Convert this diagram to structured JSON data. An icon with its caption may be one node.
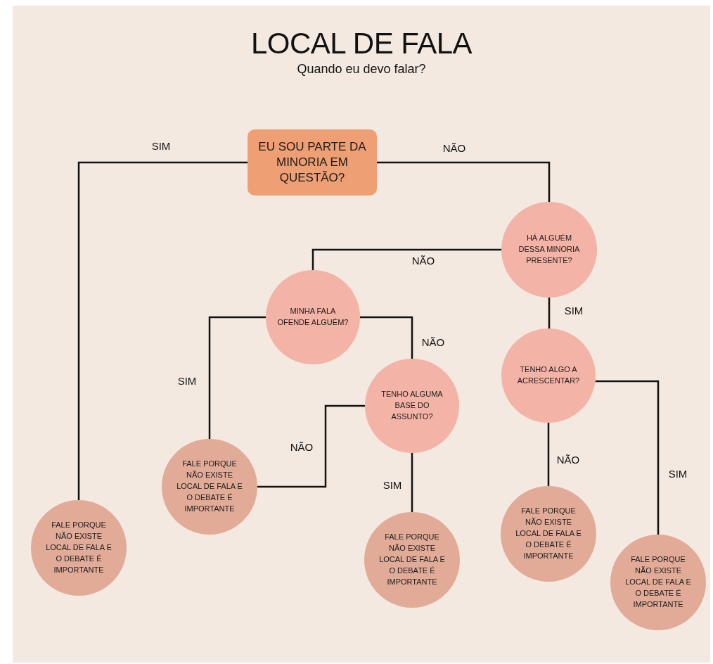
{
  "diagram": {
    "title": "LOCAL DE FALA",
    "caption": "Quando eu devo falar?",
    "nodes": [
      {
        "text": [
          "EU SOU PARTE DA MINORIA EM QUESTÃO?"
        ]
      },
      {
        "text": [
          "HÁ ALGUÉM DESSA MINORIA PRESENTE?"
        ]
      },
      {
        "text": [
          "MINHA FALA OFENDE ALGUÉM?"
        ]
      },
      {
        "text": [
          "TENHO ALGUMA BASE DO ASSUNTO?"
        ]
      },
      {
        "text": [
          "TENHO ALGO A ACRESCENTAR?"
        ]
      },
      {
        "text": [
          "FALE PORQUE NÃO EXISTE LOCAL DE FALA E O DEBATE É IMPORTANTE"
        ]
      },
      {
        "text": [
          "FALE PORQUE NÃO EXISTE LOCAL DE FALA E O DEBATE É IMPORTANTE"
        ]
      },
      {
        "text": [
          "FALE PORQUE NÃO EXISTE LOCAL DE FALA E O DEBATE É IMPORTANTE"
        ]
      },
      {
        "text": [
          "FALE PORQUE NÃO EXISTE LOCAL DE FALA E O DEBATE É IMPORTANTE"
        ]
      },
      {
        "text": [
          "FALE PORQUE NÃO EXISTE LOCAL DE FALA E O DEBATE É IMPORTANTE"
        ]
      }
    ],
    "edges": [
      {
        "from": 0,
        "to": 5,
        "arrow": "none",
        "label": "SIM"
      },
      {
        "from": 0,
        "to": 1,
        "arrow": "none",
        "label": "NÃO"
      },
      {
        "from": 1,
        "to": 2,
        "arrow": "none",
        "label": "NÃO"
      },
      {
        "from": 1,
        "to": 4,
        "arrow": "none",
        "label": "SIM"
      },
      {
        "from": 2,
        "to": 6,
        "arrow": "none",
        "label": "SIM"
      },
      {
        "from": 2,
        "to": 3,
        "arrow": "none",
        "label": "NÃO"
      },
      {
        "from": 3,
        "to": 6,
        "arrow": "none",
        "label": "NÃO"
      },
      {
        "from": 3,
        "to": 7,
        "arrow": "none",
        "label": "SIM"
      },
      {
        "from": 4,
        "to": 8,
        "arrow": "none",
        "label": "NÃO"
      },
      {
        "from": 4,
        "to": 9,
        "arrow": "none",
        "label": "SIM"
      }
    ]
  }
}
